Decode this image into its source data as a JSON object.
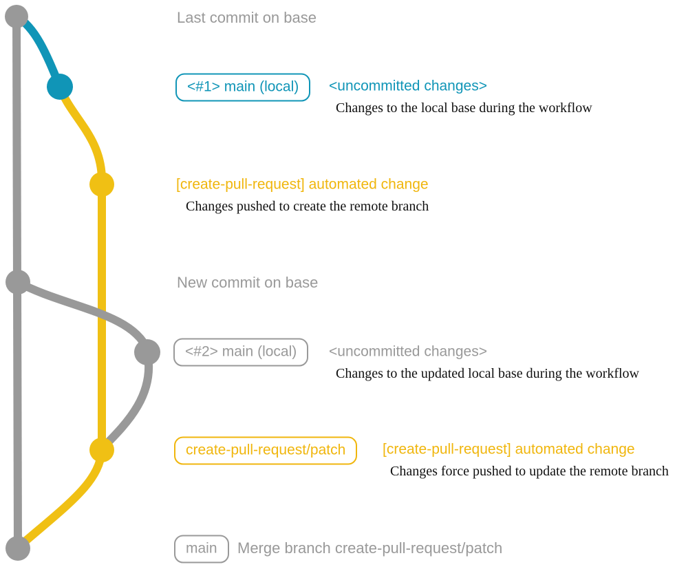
{
  "colors": {
    "gray": "#999999",
    "blue": "#1095b7",
    "yellow": "#f0c014",
    "yellow_text": "#f0b60d",
    "caption_black": "#101010"
  },
  "labels": {
    "last_commit_on_base": "Last commit on base",
    "pill_main_local_1": "<#1> main (local)",
    "uncommitted_1": "<uncommitted changes>",
    "caption_1": "Changes to the local base during the workflow",
    "automated_change_1": "[create-pull-request] automated change",
    "caption_2": "Changes pushed to create the remote branch",
    "new_commit_on_base": "New commit on base",
    "pill_main_local_2": "<#2> main (local)",
    "uncommitted_2": "<uncommitted changes>",
    "caption_3": "Changes to the updated local base during the workflow",
    "pill_patch_branch": "create-pull-request/patch",
    "automated_change_2": "[create-pull-request] automated change",
    "caption_4": "Changes force pushed to update the remote branch",
    "pill_main": "main",
    "merge_message": "Merge branch create-pull-request/patch"
  },
  "graph": {
    "description": "Git branch diagram with three lanes: gray base branch, blue/gray local main, yellow create-pull-request/patch branch",
    "nodes": [
      {
        "id": "base-tip",
        "color": "gray",
        "annotation": "Last commit on base"
      },
      {
        "id": "main-local-1",
        "color": "blue",
        "annotation": "<#1> main (local)"
      },
      {
        "id": "patch-commit-1",
        "color": "yellow",
        "annotation": "[create-pull-request] automated change"
      },
      {
        "id": "base-new",
        "color": "gray",
        "annotation": "New commit on base"
      },
      {
        "id": "main-local-2",
        "color": "gray",
        "annotation": "<#2> main (local)"
      },
      {
        "id": "patch-commit-2",
        "color": "yellow",
        "annotation": "create-pull-request/patch"
      },
      {
        "id": "merge-commit",
        "color": "gray",
        "annotation": "main — Merge branch create-pull-request/patch"
      }
    ]
  }
}
